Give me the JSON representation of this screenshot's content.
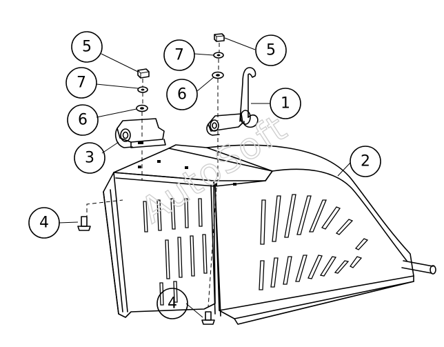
{
  "diagram": {
    "watermark": "AutoSoft",
    "callouts": [
      {
        "id": "c1",
        "label": "1"
      },
      {
        "id": "c2",
        "label": "2"
      },
      {
        "id": "c3",
        "label": "3"
      },
      {
        "id": "c4a",
        "label": "4"
      },
      {
        "id": "c4b",
        "label": "4"
      },
      {
        "id": "c5a",
        "label": "5"
      },
      {
        "id": "c5b",
        "label": "5"
      },
      {
        "id": "c6a",
        "label": "6"
      },
      {
        "id": "c6b",
        "label": "6"
      },
      {
        "id": "c7a",
        "label": "7"
      },
      {
        "id": "c7b",
        "label": "7"
      }
    ]
  }
}
